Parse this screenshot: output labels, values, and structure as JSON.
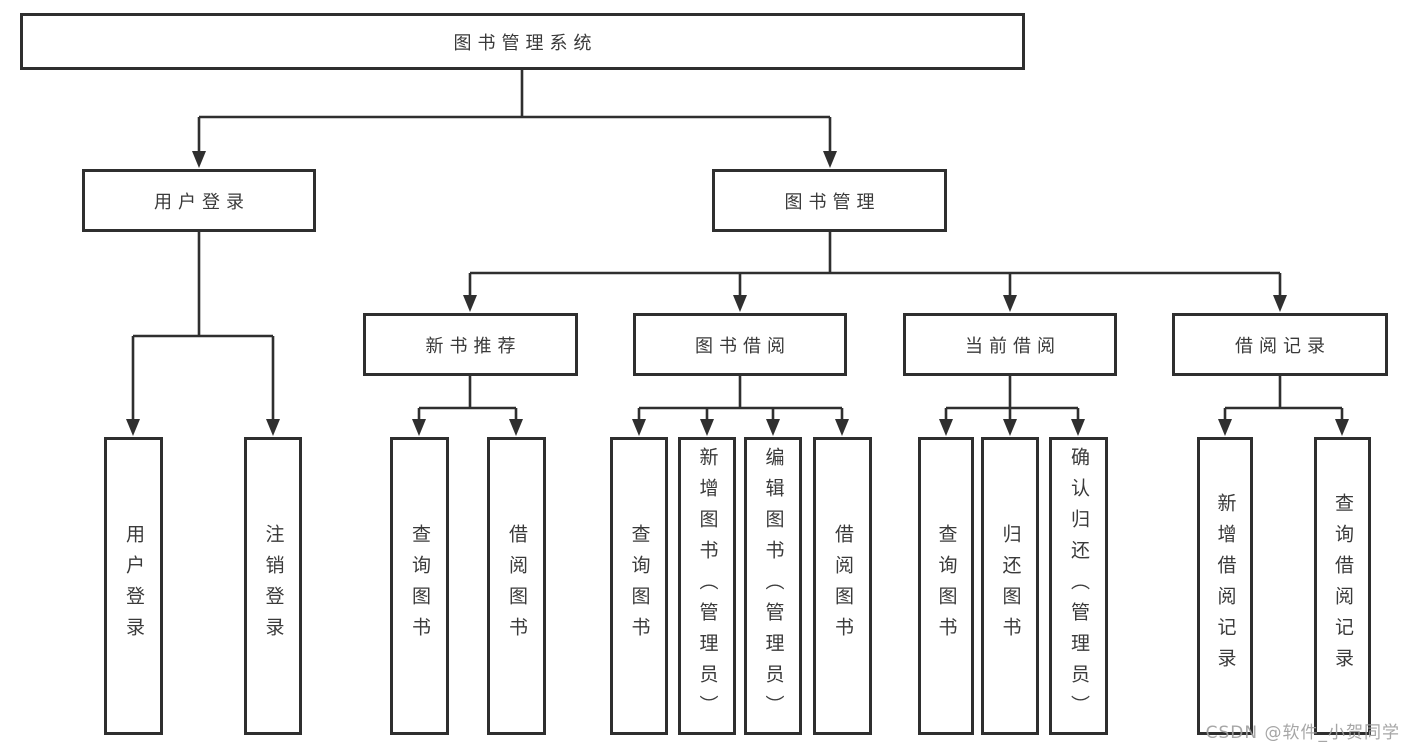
{
  "title": "图书管理系统",
  "tree": {
    "label": "图书管理系统",
    "children": [
      {
        "label": "用户登录",
        "children": [
          {
            "label": "用户登录"
          },
          {
            "label": "注销登录"
          }
        ]
      },
      {
        "label": "图书管理",
        "children": [
          {
            "label": "新书推荐",
            "children": [
              {
                "label": "查询图书"
              },
              {
                "label": "借阅图书"
              }
            ]
          },
          {
            "label": "图书借阅",
            "children": [
              {
                "label": "查询图书"
              },
              {
                "label": "新增图书（管理员）"
              },
              {
                "label": "编辑图书（管理员）"
              },
              {
                "label": "借阅图书"
              }
            ]
          },
          {
            "label": "当前借阅",
            "children": [
              {
                "label": "查询图书"
              },
              {
                "label": "归还图书"
              },
              {
                "label": "确认归还（管理员）"
              }
            ]
          },
          {
            "label": "借阅记录",
            "children": [
              {
                "label": "新增借阅记录"
              },
              {
                "label": "查询借阅记录"
              }
            ]
          }
        ]
      }
    ]
  },
  "watermark": "CSDN @软件_小贺同学",
  "colors": {
    "line": "#2f2f2f",
    "text": "#3a3a3a",
    "box_background": "#ffffff",
    "watermark": "#9e9e9e",
    "background": "#ffffff"
  }
}
